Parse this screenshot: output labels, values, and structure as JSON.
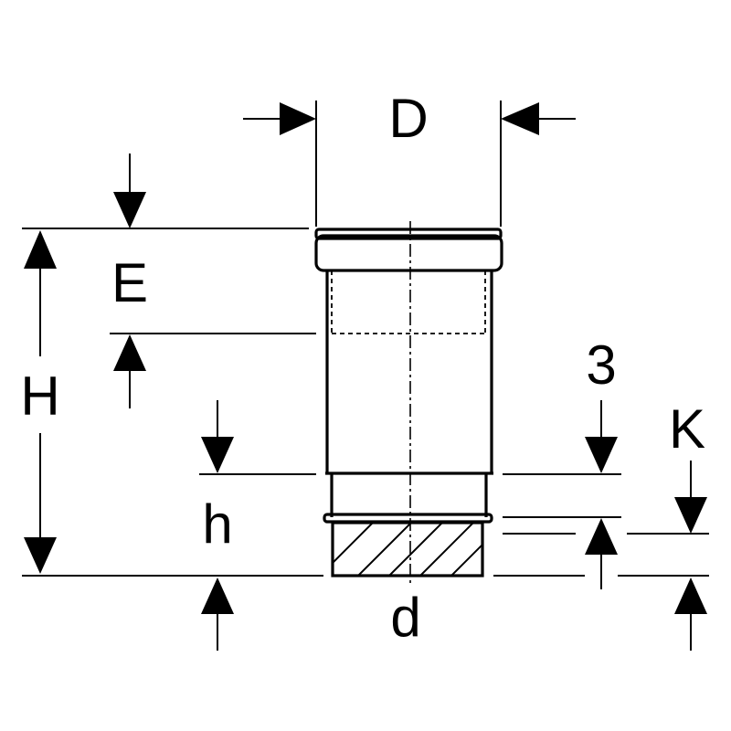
{
  "labels": {
    "D": "D",
    "E": "E",
    "H": "H",
    "h": "h",
    "d": "d",
    "three": "3",
    "K": "K"
  },
  "colors": {
    "line": "#000000",
    "background": "#ffffff"
  }
}
